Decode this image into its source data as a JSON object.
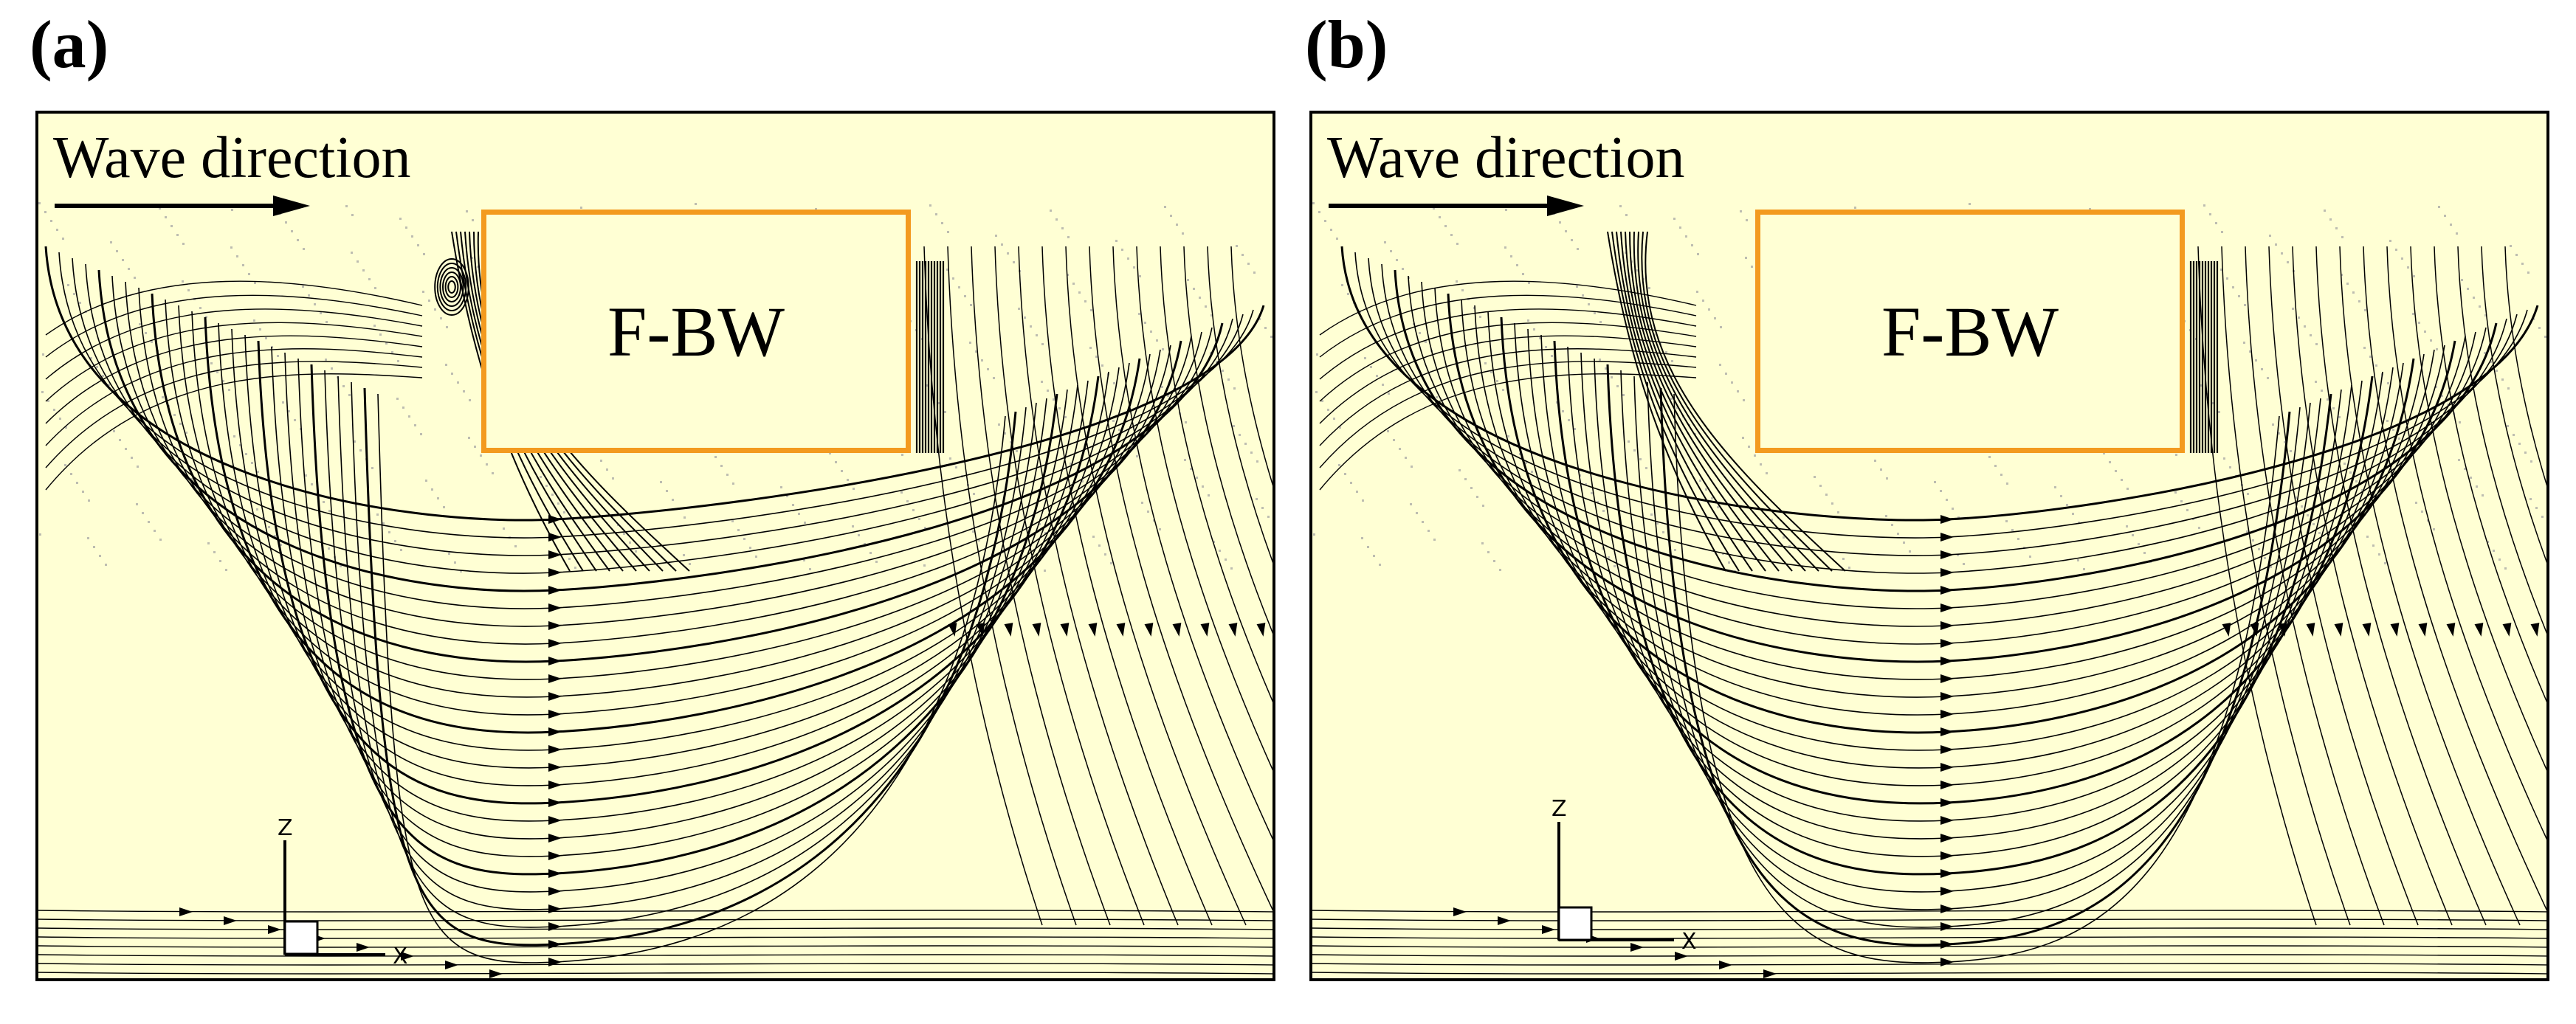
{
  "panels": [
    {
      "label": "(a)",
      "wave_label": "Wave direction",
      "structure_label": "F-BW",
      "axis_x": "X",
      "axis_z": "Z"
    },
    {
      "label": "(b)",
      "wave_label": "Wave direction",
      "structure_label": "F-BW",
      "axis_x": "X",
      "axis_z": "Z"
    }
  ],
  "colors": {
    "background": "#ffffd4",
    "structure_outline": "#f39a1f",
    "streamline": "#000000"
  },
  "icons": [
    "arrow-right-icon"
  ]
}
